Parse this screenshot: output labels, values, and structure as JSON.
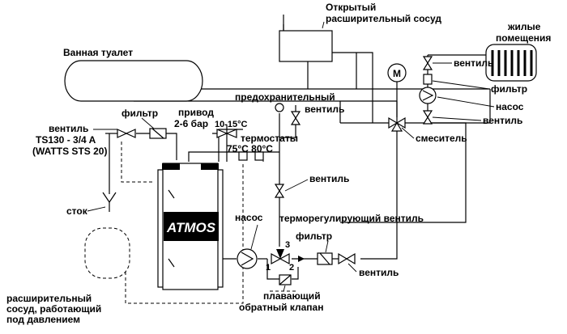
{
  "labels": {
    "expansion_open": [
      "Открытый",
      "расширительный сосуд"
    ],
    "bath": "Ванная туалет",
    "living": [
      "жилые",
      "помещения"
    ],
    "valve_top": "вентиль",
    "filter_right": "фильтр",
    "pump_right": "насос",
    "valve_right": "вентиль",
    "mixer": "смеситель",
    "safety": [
      "предохранительный",
      "вентиль"
    ],
    "filter_left": "фильтр",
    "drive": [
      "привод",
      "2-6 бар"
    ],
    "temp_range": "10-15°C",
    "valve_left": [
      "вентиль",
      "TS130 - 3/4 A",
      "(WATTS STS 20)"
    ],
    "thermostats": [
      "термостаты",
      "75°C  80°C"
    ],
    "valve_mid": "вентиль",
    "drain": "сток",
    "pump_bottom": "насос",
    "thermo_valve": "терморегулирующий вентиль",
    "filter_bottom": "фильтр",
    "valve_bottom": "вентиль",
    "float_valve": [
      "плавающий",
      "обратный клапан"
    ],
    "expansion_pressure": [
      "расширительный",
      "сосуд, работающий",
      "под давлением"
    ],
    "boiler_brand": "ATMOS",
    "motor": "M",
    "port_1": "1",
    "port_2": "2",
    "port_3": "3"
  }
}
